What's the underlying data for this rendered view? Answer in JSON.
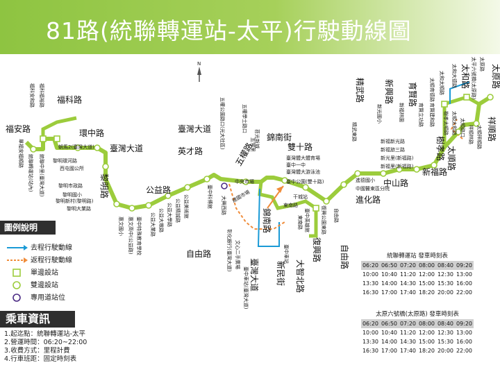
{
  "title": "81路(統聯轉運站-太平)行駛動線圖",
  "north": "N",
  "colors": {
    "route_green": "#9ccc3c",
    "outbound": "#1a9ad6",
    "return": "#f08c3a",
    "exclusive": "#4b2a84",
    "banner": "#8ec441"
  },
  "labels": {
    "l1": "福安路",
    "l2": "福科安和路",
    "l3": "福科福裕路",
    "l4": "福科路",
    "l5": "環中路",
    "l6": "臺灣大道",
    "l7": "朝馬2(臺灣大道)",
    "l8": "黎明環河路",
    "l9": "西屯國公所",
    "l10": "黎明市政路",
    "l11": "黎明國小",
    "l12": "黎明新村(黎明路)",
    "l13": "黎明大業路",
    "l14": "黎明路",
    "l15": "統聯轉運站(站內)",
    "l16": "單福安福順路",
    "l17": "統聯中里(臺灣大道)",
    "l18": "惠文國小",
    "l19": "惠文高中(公益路)",
    "l20": "臺中特殊教育學校",
    "l21": "公益大業路",
    "l22": "公益大墩路",
    "l23": "公益大學路",
    "l24": "公益精誠路",
    "l25": "公益美術館",
    "l26": "公益路",
    "l27": "英才路",
    "l28": "臺灣大道",
    "l29": "臺中科博館",
    "l30": "五權公園路口(光大社區)",
    "l31": "五權學士路口",
    "l32": "五常里",
    "l33": "中央市場",
    "l34": "五權路",
    "l35": "苕光新城",
    "l36": "錦南街",
    "l37": "雙十路",
    "l38": "臺灣體大體育場",
    "l39": "臺中一中",
    "l40": "臺灣體大游泳池",
    "l41": "臺中公園(雙十路)",
    "l42": "干城站",
    "l43": "建國市場",
    "l44": "東南路",
    "l45": "臺中車站",
    "l46": "自由路",
    "l47": "臺灣大道",
    "l48": "臺中車站(臺灣大道)",
    "l49": "新民街",
    "l50": "大智北路",
    "l51": "復興路",
    "l52": "自由路",
    "l53": "臺中英雄館",
    "l54": "復興公園東路",
    "l55": "自由路",
    "l56": "進化路",
    "l57": "進德國小",
    "l58": "中國醫東區分院",
    "l59": "中山路",
    "l60": "精武路",
    "l61": "精武東路",
    "l62": "新福路",
    "l63": "新福新光路",
    "l64": "新福旅三路",
    "l65": "新光里(新福路)",
    "l66": "新福里(新福路)",
    "l67": "新興路",
    "l68": "育賢路",
    "l69": "新光國小",
    "l70": "新福林園",
    "l71": "育賢立功路",
    "l72": "育賢建和路",
    "l73": "樹孝路",
    "l74": "太順路",
    "l75": "太順育德路",
    "l76": "太和路",
    "l77": "太和太順路",
    "l78": "太和大德路",
    "l79": "太平六號橋(太原路)",
    "l80": "太原路",
    "l81": "祥順路",
    "l82": "太原路",
    "l83": "太順路口",
    "l84": "祥順林路",
    "l85": "太順祥順路",
    "l86": "太順太和路",
    "l87": "樹孝太順路",
    "l88": "大興西路",
    "l89": "文心二手廣場",
    "l90": "彰化銀行(臺灣大道)",
    "l91": "錦南路",
    "l92": "東南路"
  },
  "legend": {
    "header": "圖例說明",
    "items": [
      "去程行駛動線",
      "返程行駛動線",
      "單邊設站",
      "雙邊設站",
      "專用道站位"
    ]
  },
  "info": {
    "header": "乘車資訊",
    "lines": [
      "1.起迄點：統聯轉運站-太平",
      "2.營運時間：06:20~22:00",
      "3.收費方式：里程計費",
      "4.行車班距：固定時刻表"
    ]
  },
  "timetables": [
    {
      "title": "統聯轉運站 發車時刻表",
      "rows": [
        [
          "06:20",
          "06:50",
          "07:20",
          "08:00",
          "08:40",
          "09:20"
        ],
        [
          "10:00",
          "10:40",
          "11:20",
          "12:00",
          "12:30",
          "13:00"
        ],
        [
          "13:30",
          "14:00",
          "14:30",
          "15:00",
          "15:30",
          "16:00"
        ],
        [
          "16:30",
          "17:00",
          "17:40",
          "18:20",
          "20:00",
          "22:00"
        ]
      ]
    },
    {
      "title": "太原六號橋(太原路) 發車時刻表",
      "rows": [
        [
          "06:20",
          "06:50",
          "07:20",
          "08:00",
          "08:40",
          "09:20"
        ],
        [
          "10:00",
          "10:40",
          "11:20",
          "12:00",
          "12:30",
          "13:00"
        ],
        [
          "13:30",
          "14:00",
          "14:30",
          "15:00",
          "15:30",
          "16:00"
        ],
        [
          "16:30",
          "17:00",
          "17:40",
          "18:20",
          "20:00",
          "22:00"
        ]
      ]
    }
  ]
}
